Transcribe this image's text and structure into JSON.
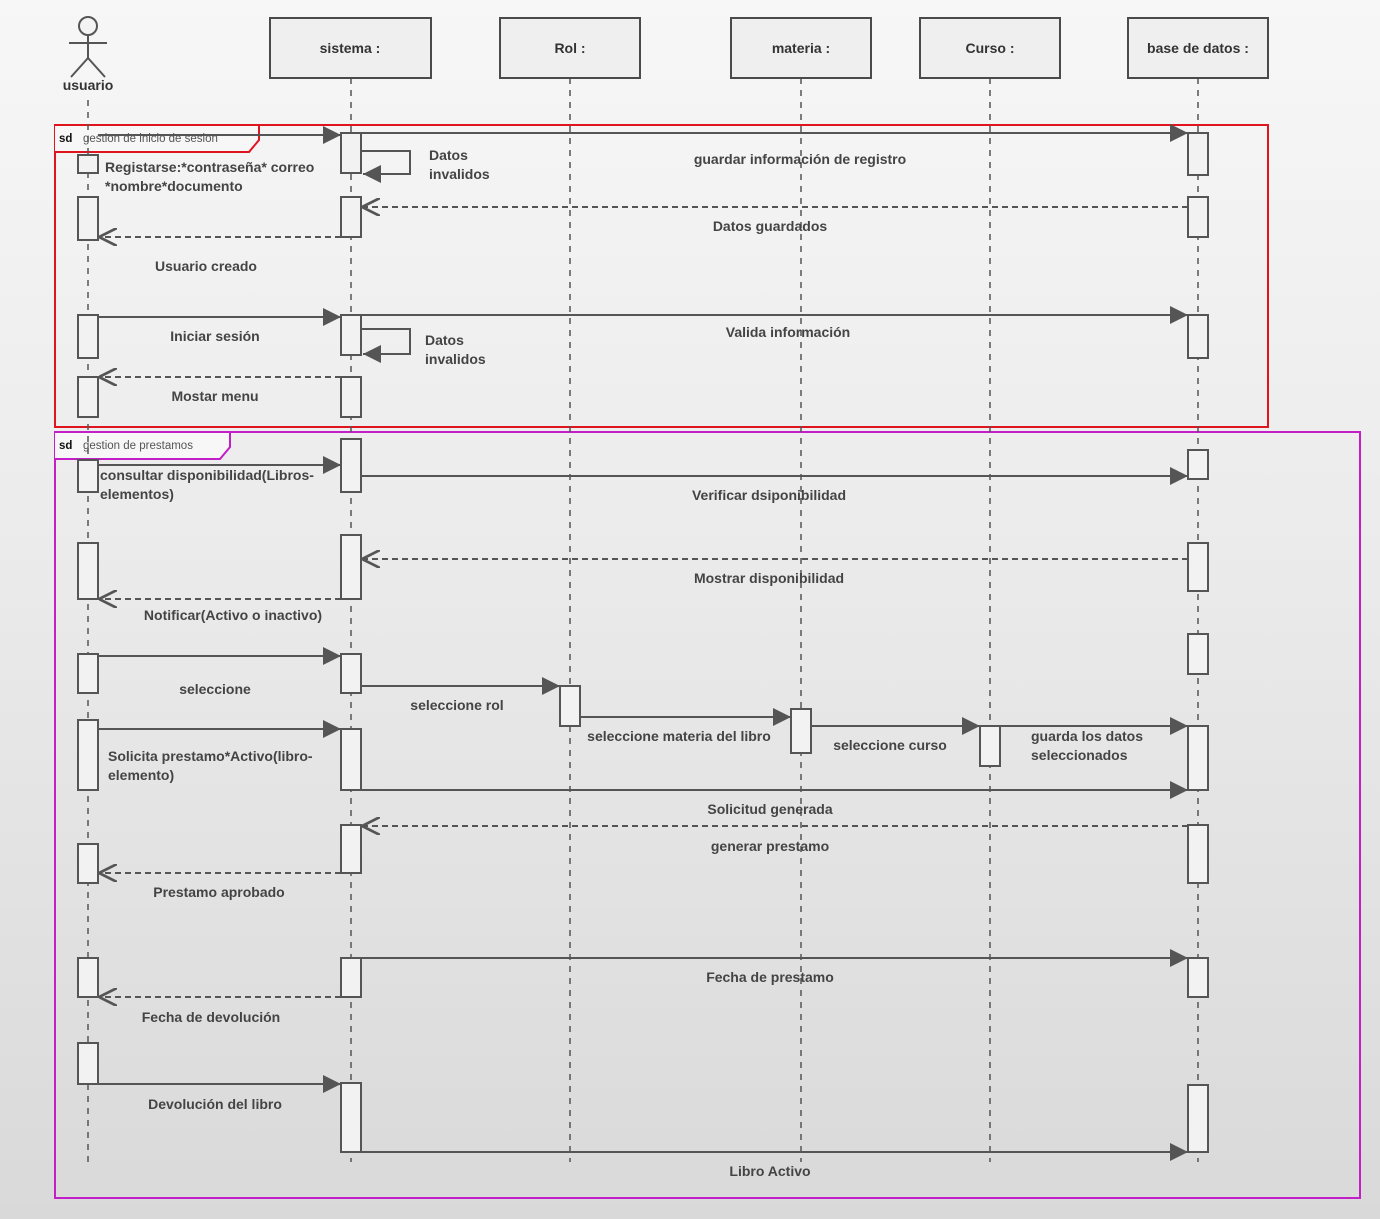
{
  "participants": [
    {
      "id": "usuario",
      "label": "usuario",
      "kind": "actor"
    },
    {
      "id": "sistema",
      "label": "sistema :"
    },
    {
      "id": "rol",
      "label": "Rol :"
    },
    {
      "id": "materia",
      "label": "materia :"
    },
    {
      "id": "curso",
      "label": "Curso :"
    },
    {
      "id": "bd",
      "label": "base de datos :"
    }
  ],
  "fragments": [
    {
      "keyword": "sd",
      "name": "gestion de inicio de sesion",
      "color": "#e0141e"
    },
    {
      "keyword": "sd",
      "name": "gestion de prestamos",
      "color": "#c21fc8"
    }
  ],
  "messages": [
    {
      "lines": [
        "Registarse:*contraseña* correo",
        "*nombre*documento"
      ]
    },
    {
      "lines": [
        "Datos",
        "invalidos"
      ]
    },
    {
      "lines": [
        "guardar información de registro"
      ]
    },
    {
      "lines": [
        "Datos guardados"
      ]
    },
    {
      "lines": [
        "Usuario creado"
      ]
    },
    {
      "lines": [
        "Iniciar sesión"
      ]
    },
    {
      "lines": [
        "Datos",
        "invalidos"
      ]
    },
    {
      "lines": [
        "Valida información"
      ]
    },
    {
      "lines": [
        "Mostar menu"
      ]
    },
    {
      "lines": [
        "consultar disponibilidad(Libros-",
        "elementos)"
      ]
    },
    {
      "lines": [
        "Verificar dsiponibilidad"
      ]
    },
    {
      "lines": [
        "Mostrar disponibilidad"
      ]
    },
    {
      "lines": [
        "Notificar(Activo o inactivo)"
      ]
    },
    {
      "lines": [
        "seleccione"
      ]
    },
    {
      "lines": [
        "seleccione rol"
      ]
    },
    {
      "lines": [
        "seleccione materia del libro"
      ]
    },
    {
      "lines": [
        "seleccione curso"
      ]
    },
    {
      "lines": [
        "guarda los datos",
        "seleccionados"
      ]
    },
    {
      "lines": [
        "Solicita prestamo*Activo(libro-",
        "elemento)"
      ]
    },
    {
      "lines": [
        "Solicitud generada"
      ]
    },
    {
      "lines": [
        "generar prestamo"
      ]
    },
    {
      "lines": [
        "Prestamo aprobado"
      ]
    },
    {
      "lines": [
        "Fecha de prestamo"
      ]
    },
    {
      "lines": [
        "Fecha de devolución"
      ]
    },
    {
      "lines": [
        "Devolución del libro"
      ]
    },
    {
      "lines": [
        "Libro Activo"
      ]
    }
  ]
}
